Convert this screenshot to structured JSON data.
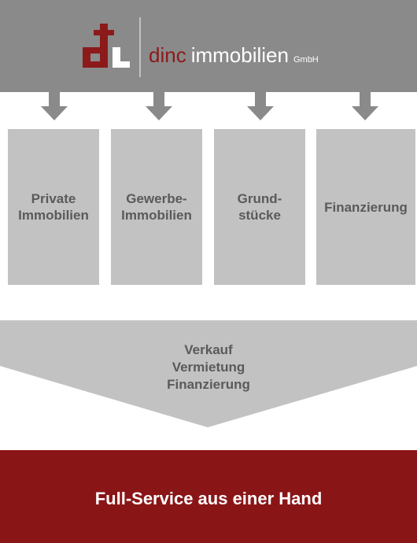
{
  "header": {
    "brand_primary": "dinc",
    "brand_secondary": "immobilien",
    "brand_suffix": "GmbH"
  },
  "boxes": [
    {
      "label": "Private\nImmobilien"
    },
    {
      "label": "Gewerbe-\nImmobilien"
    },
    {
      "label": "Grund-\nstücke"
    },
    {
      "label": "Finanzierung"
    }
  ],
  "funnel": {
    "lines": [
      "Verkauf",
      "Vermietung",
      "Finanzierung"
    ]
  },
  "footer": {
    "text": "Full-Service aus einer Hand"
  },
  "colors": {
    "header_bg": "#8a8a8a",
    "brand_red": "#8c1a1a",
    "box_bg": "#c2c2c2",
    "text_gray": "#5a5a5a",
    "footer_bg": "#8a1517"
  }
}
